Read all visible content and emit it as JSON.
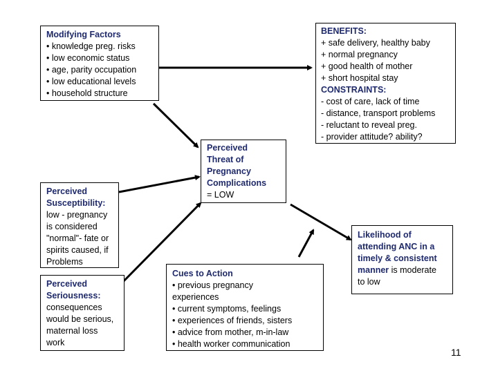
{
  "modifying": {
    "title": "Modifying Factors",
    "items": [
      "• knowledge preg. risks",
      "• low economic status",
      "• age, parity occupation",
      "• low educational levels",
      "• household structure"
    ]
  },
  "benefits": {
    "title": "BENEFITS:",
    "items": [
      "+ safe delivery, healthy baby",
      "+ normal pregnancy",
      "+ good health of mother",
      "+ short hospital stay"
    ],
    "constraints_title": "CONSTRAINTS:",
    "constraints": [
      "- cost of care, lack of time",
      "- distance, transport problems",
      "- reluctant to reveal preg.",
      "- provider attitude? ability?"
    ]
  },
  "threat": {
    "lines": [
      "Perceived",
      "Threat of",
      "Pregnancy",
      "Complications"
    ],
    "value": "= LOW"
  },
  "susceptibility": {
    "title_lines": [
      "Perceived",
      "Susceptibility:"
    ],
    "lines": [
      "low - pregnancy",
      "is considered",
      "\"normal\"- fate or",
      "spirits caused, if",
      "Problems"
    ]
  },
  "seriousness": {
    "title_lines": [
      "Perceived",
      "Seriousness:"
    ],
    "lines": [
      "consequences",
      "would be serious,",
      "maternal loss",
      "work"
    ]
  },
  "cues": {
    "title": "Cues to Action",
    "items": [
      "• previous pregnancy",
      "experiences",
      "• current symptoms, feelings",
      "• experiences of friends, sisters",
      "• advice from mother, m-in-law",
      "• health worker communication"
    ]
  },
  "likelihood": {
    "title_lines": [
      "Likelihood of",
      "attending ANC in a",
      "timely & consistent",
      "manner"
    ],
    "suffix": " is moderate",
    "last": "to low"
  },
  "page_number": "11"
}
